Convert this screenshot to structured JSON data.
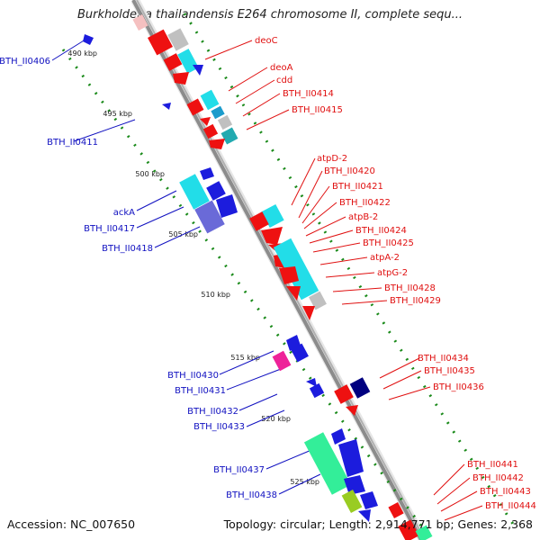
{
  "title": "Burkholderia thailandensis E264 chromosome II, complete sequ...",
  "footer": {
    "accession": "Accession: NC_007650",
    "topology": "Topology: circular; Length: 2,914,771 bp; Genes: 2,368"
  },
  "colors": {
    "backbone": "#8c8c8c",
    "plus_strand_label": "#e01010",
    "minus_strand_label": "#1010c0",
    "tick": "#1a8a1a",
    "red_gene": "#ee1111",
    "blue_gene": "#1c1cdd",
    "cyan_gene": "#22dde8",
    "gray_gene": "#c0c0c0",
    "green_gene": "#33ee99",
    "magenta_gene": "#ee2299",
    "navy_gene": "#000080"
  },
  "kbp_ticks": [
    "490 kbp",
    "495 kbp",
    "500 kbp",
    "505 kbp",
    "510 kbp",
    "515 kbp",
    "520 kbp",
    "525 kbp"
  ],
  "left_labels": [
    "BTH_II0406",
    "BTH_II0411",
    "ackA",
    "BTH_II0417",
    "BTH_II0418",
    "BTH_II0430",
    "BTH_II0431",
    "BTH_II0432",
    "BTH_II0433",
    "BTH_II0437",
    "BTH_II0438"
  ],
  "right_labels": [
    "deoC",
    "deoA",
    "cdd",
    "BTH_II0414",
    "BTH_II0415",
    "atpD-2",
    "BTH_II0420",
    "BTH_II0421",
    "BTH_II0422",
    "atpB-2",
    "BTH_II0424",
    "BTH_II0425",
    "atpA-2",
    "atpG-2",
    "BTH_II0428",
    "BTH_II0429",
    "BTH_II0434",
    "BTH_II0435",
    "BTH_II0436",
    "BTH_II0441",
    "BTH_II0442",
    "BTH_II0443",
    "BTH_II0444"
  ]
}
